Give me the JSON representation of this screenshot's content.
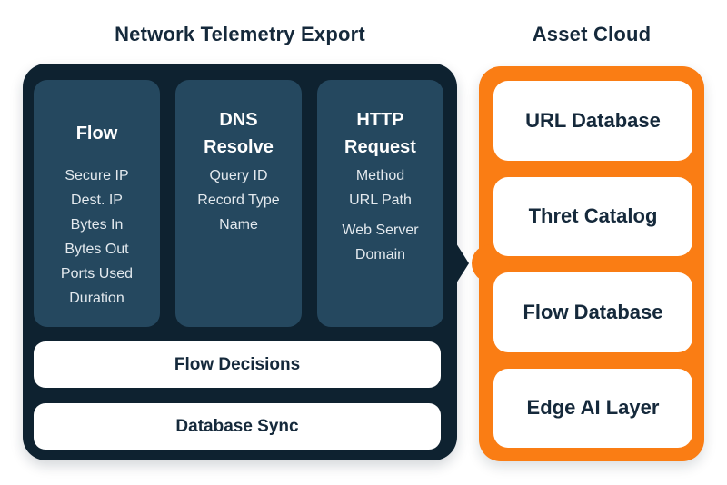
{
  "header": {
    "left_title": "Network Telemetry Export",
    "right_title": "Asset Cloud"
  },
  "telemetry_panel": {
    "columns": [
      {
        "title": "Flow",
        "items": [
          "Secure IP",
          "Dest. IP",
          "Bytes In",
          "Bytes Out",
          "Ports Used",
          "Duration"
        ]
      },
      {
        "title": "DNS Resolve",
        "items": [
          "Query ID",
          "Record Type",
          "Name"
        ]
      },
      {
        "title": "HTTP Request",
        "items": [
          "Method",
          "URL Path",
          "Web Server Domain"
        ]
      }
    ],
    "bars": [
      "Flow Decisions",
      "Database Sync"
    ]
  },
  "asset_panel": {
    "boxes": [
      "URL Database",
      "Thret Catalog",
      "Flow Database",
      "Edge AI Layer"
    ]
  },
  "colors": {
    "title_text": "#15293B",
    "panel_dark": "#0E2230",
    "column_fill": "#25485F",
    "column_title_text": "#FFFFFF",
    "column_item_text": "#E3E9EE",
    "bar_fill": "#FFFFFF",
    "bar_text": "#15293B",
    "asset_panel": "#FA7D14",
    "asset_box_fill": "#FFFFFF",
    "asset_box_text": "#15293B",
    "page_bg": "#FFFFFF"
  }
}
